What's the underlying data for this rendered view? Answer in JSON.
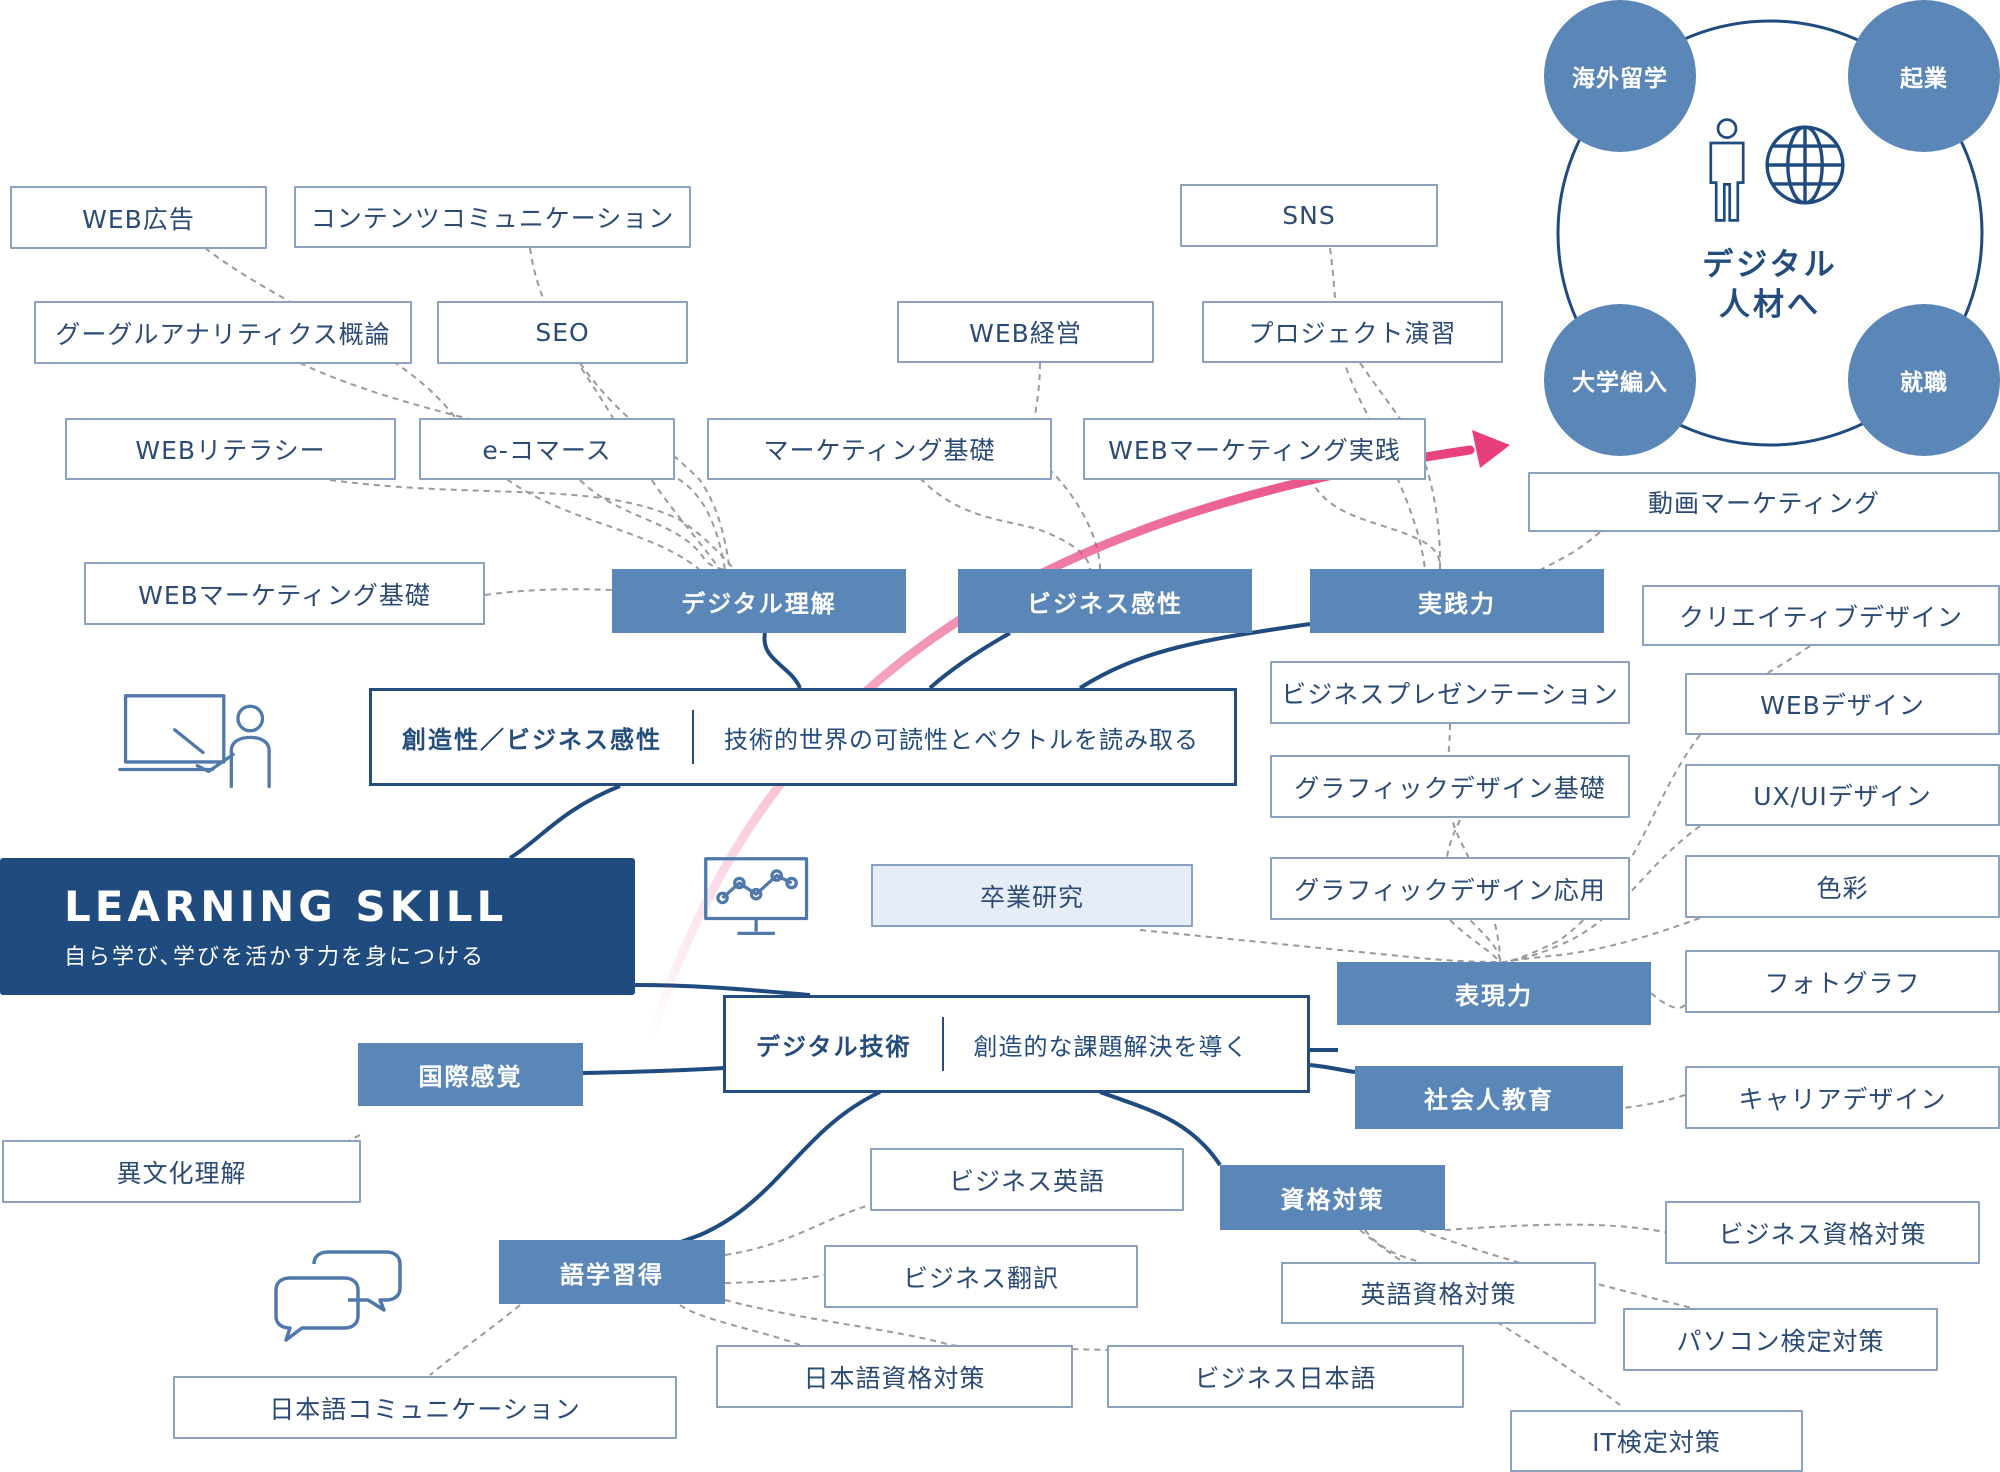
{
  "main": {
    "title": "LEARNING SKILL",
    "subtitle": "自ら学び､学びを活かす力を身につける"
  },
  "hubs": {
    "creativity": {
      "label": "創造性／ビジネス感性",
      "desc": "技術的世界の可読性とベクトルを読み取る"
    },
    "digital_tech": {
      "label": "デジタル技術",
      "desc": "創造的な課題解決を導く"
    }
  },
  "categories": {
    "digital_understanding": "デジタル理解",
    "business_sense": "ビジネス感性",
    "practice": "実践力",
    "expression": "表現力",
    "social_education": "社会人教育",
    "qualification": "資格対策",
    "language": "語学習得",
    "international": "国際感覚"
  },
  "leaves": {
    "web_ad": "WEB広告",
    "content_comm": "コンテンツコミュニケーション",
    "google_analytics": "グーグルアナリティクス概論",
    "seo": "SEO",
    "web_literacy": "WEBリテラシー",
    "ecommerce": "e-コマース",
    "web_marketing_basic": "WEBマーケティング基礎",
    "sns": "SNS",
    "web_management": "WEB経営",
    "project_practice": "プロジェクト演習",
    "marketing_basic": "マーケティング基礎",
    "web_marketing_practice": "WEBマーケティング実践",
    "video_marketing": "動画マーケティング",
    "creative_design": "クリエイティブデザイン",
    "business_presentation": "ビジネスプレゼンテーション",
    "web_design": "WEBデザイン",
    "graphic_basic": "グラフィックデザイン基礎",
    "ux_ui": "UX/UIデザイン",
    "graphic_applied": "グラフィックデザイン応用",
    "color": "色彩",
    "graduation": "卒業研究",
    "photograph": "フォトグラフ",
    "career_design": "キャリアデザイン",
    "cross_culture": "異文化理解",
    "business_english": "ビジネス英語",
    "business_qual": "ビジネス資格対策",
    "business_translation": "ビジネス翻訳",
    "english_qual": "英語資格対策",
    "pc_qual": "パソコン検定対策",
    "japanese_qual": "日本語資格対策",
    "business_japanese": "ビジネス日本語",
    "japanese_comm": "日本語コミュニケーション",
    "it_qual": "IT検定対策"
  },
  "goal": {
    "line1": "デジタル",
    "line2": "人材へ",
    "bubbles": {
      "study_abroad": "海外留学",
      "startup": "起業",
      "transfer": "大学編入",
      "employment": "就職"
    }
  },
  "icons": [
    "teacher-icon",
    "monitor-chart-icon",
    "chat-bubbles-icon",
    "person-icon",
    "globe-icon"
  ],
  "colors": {
    "navy": "#1f4b7f",
    "category": "#5a87b8",
    "leaf_border": "#8aa2bf",
    "arrow": "#e83e7c",
    "connector": "#9a9a9a"
  }
}
